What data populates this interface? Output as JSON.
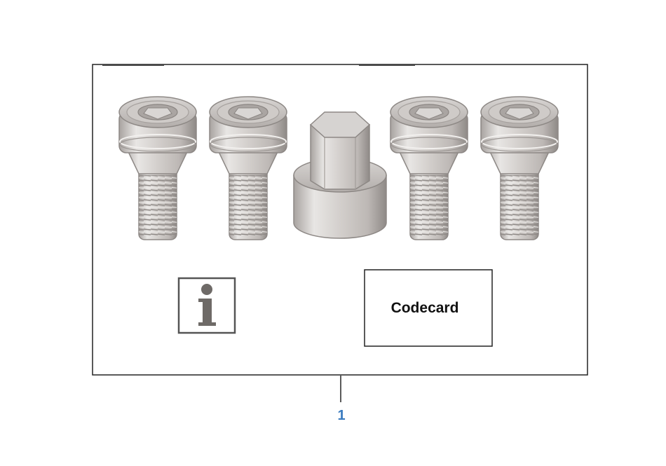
{
  "kit": {
    "codecard_label": "Codecard",
    "info_icon": "info-icon",
    "parts": [
      "wheel-bolt",
      "wheel-bolt",
      "lock-adapter-key",
      "wheel-bolt",
      "wheel-bolt"
    ]
  },
  "callout": {
    "number": "1",
    "color": "#3a7bbf"
  },
  "colors": {
    "frame": "#222222",
    "metal_light": "#e6e4e2",
    "metal_mid": "#c9c5c2",
    "metal_dark": "#9a9592"
  }
}
